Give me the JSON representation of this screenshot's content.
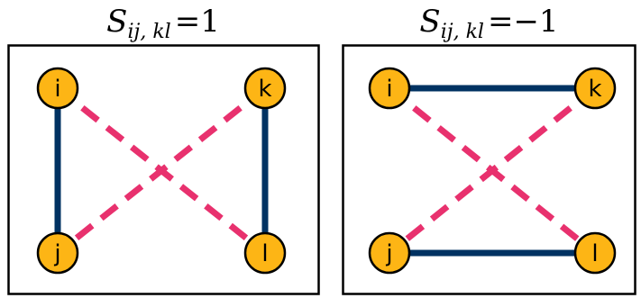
{
  "panels": [
    {
      "title": {
        "symbol": "S",
        "subscript": "ij, kl",
        "relation": "=",
        "value": "1"
      },
      "nodes": {
        "i": "i",
        "k": "k",
        "j": "j",
        "l": "l"
      }
    },
    {
      "title": {
        "symbol": "S",
        "subscript": "ij, kl",
        "relation": "=",
        "value": "−1"
      },
      "nodes": {
        "i": "i",
        "k": "k",
        "j": "j",
        "l": "l"
      }
    }
  ],
  "colors": {
    "node_fill": "#FDB515",
    "node_stroke": "#000000",
    "solid_edge": "#003262",
    "dashed_edge": "#E8316E",
    "frame": "#000000"
  }
}
